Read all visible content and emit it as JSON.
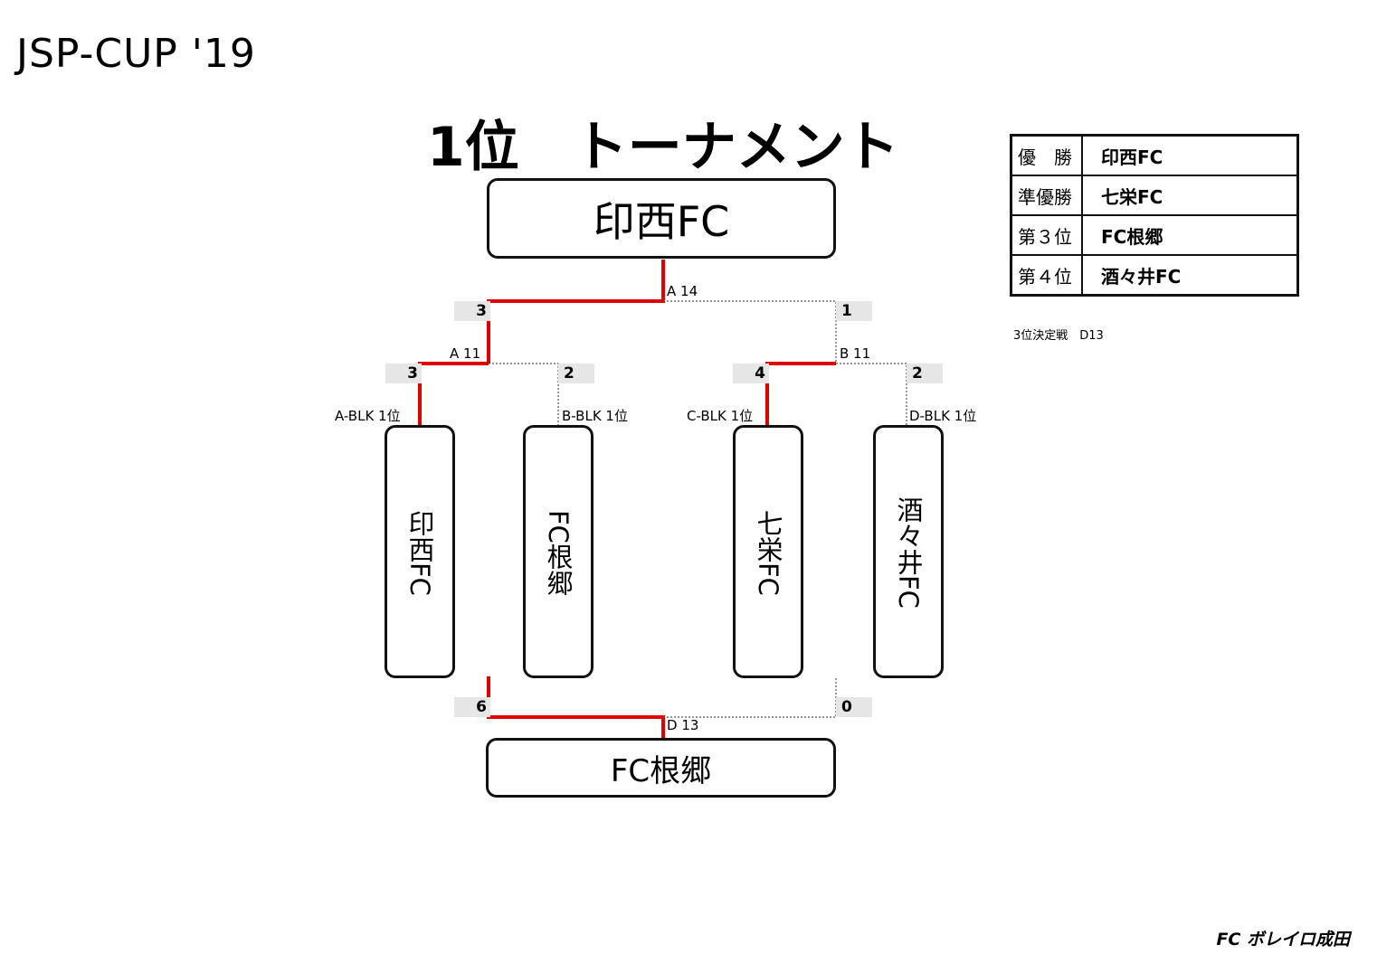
{
  "doc_title": "JSP-CUP '19",
  "main_title": "1位　トーナメント",
  "champion": "印西FC",
  "third_place_winner": "FC根郷",
  "teams": [
    {
      "name": "印西FC",
      "block_label": "A-BLK  1位"
    },
    {
      "name": "FC根郷",
      "block_label": "B-BLK 1位"
    },
    {
      "name": "七栄FC",
      "block_label": "C-BLK 1位"
    },
    {
      "name": "酒々井FC",
      "block_label": "D-BLK 1位"
    }
  ],
  "matches": {
    "semi_left": {
      "label": "A 11",
      "score_left": "3",
      "score_right": "2"
    },
    "semi_right": {
      "label": "B 11",
      "score_left": "4",
      "score_right": "2"
    },
    "final": {
      "label": "A 14",
      "score_left": "3",
      "score_right": "1"
    },
    "third_place": {
      "label": "D 13",
      "score_left": "6",
      "score_right": "0"
    }
  },
  "results": [
    {
      "rank": "優　勝",
      "team": "印西FC"
    },
    {
      "rank": "準優勝",
      "team": "七栄FC"
    },
    {
      "rank": "第３位",
      "team": "FC根郷"
    },
    {
      "rank": "第４位",
      "team": "酒々井FC"
    }
  ],
  "third_place_note": "3位決定戦　D13",
  "footer": "FC ボレイロ成田",
  "colors": {
    "winner_line": "#e00000",
    "loser_line": "#555555",
    "score_bg": "#e6e6e6"
  }
}
